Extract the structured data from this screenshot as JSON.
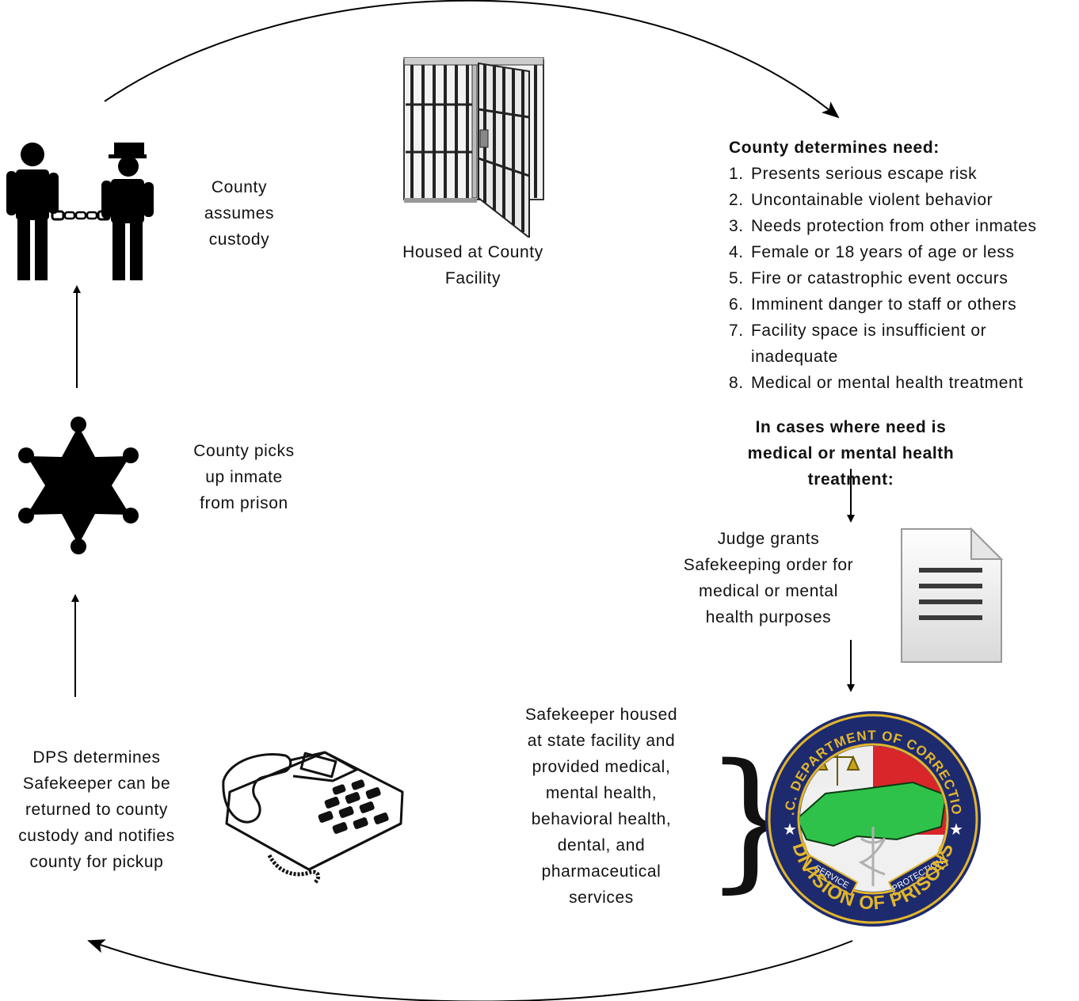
{
  "steps": {
    "county_assumes": "County assumes custody",
    "housed": "Housed at County Facility",
    "picks_up": "County picks up inmate from prison",
    "dps_determines": "DPS determines Safekeeper can be returned to county custody and notifies county for pickup",
    "judge": "Judge grants Safekeeping order for medical or mental health purposes",
    "safekeeper": "Safekeeper housed at state facility and provided medical, mental health, behavioral health, dental, and pharmaceutical services"
  },
  "criteria": {
    "heading": "County determines need:",
    "items": [
      {
        "num": "1.",
        "text": "Presents serious escape risk"
      },
      {
        "num": "2.",
        "text": "Uncontainable violent behavior"
      },
      {
        "num": "3.",
        "text": "Needs protection from other inmates"
      },
      {
        "num": "4.",
        "text": "Female or 18 years of age or less"
      },
      {
        "num": "5.",
        "text": "Fire or catastrophic event occurs"
      },
      {
        "num": "6.",
        "text": "Imminent danger to staff or others"
      },
      {
        "num": "7.",
        "text": "Facility space is insufficient or inadequate"
      },
      {
        "num": "8.",
        "text": "Medical or mental health treatment"
      }
    ]
  },
  "medical_case": "In cases where need is medical or mental health treatment:",
  "seal": {
    "top_text": "N.C. DEPARTMENT OF CORRECTION",
    "bottom_text": "DIVISION OF PRISONS",
    "left_ribbon": "SERVICE",
    "right_ribbon": "PROTECTION"
  },
  "brace": "}",
  "icons": [
    "handcuffed-prisoner-icon",
    "jail-cell-door-icon",
    "sheriff-star-icon",
    "telephone-icon",
    "document-icon",
    "division-of-prisons-seal"
  ],
  "colors": {
    "seal_navy": "#1d2a6e",
    "seal_gold": "#e2b62c",
    "seal_green": "#2fc24a",
    "seal_red": "#d8262a"
  }
}
